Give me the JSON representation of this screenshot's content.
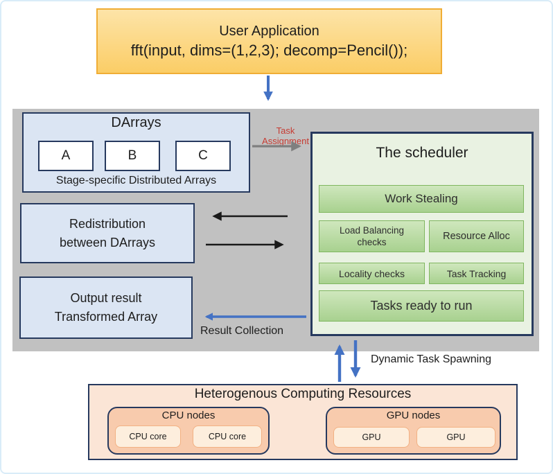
{
  "user_application": {
    "title": "User Application",
    "code": "fft(input, dims=(1,2,3); decomp=Pencil());"
  },
  "darrays": {
    "title": "DArrays",
    "arrays": [
      "A",
      "B",
      "C"
    ],
    "caption": "Stage-specific Distributed Arrays"
  },
  "redistribution": {
    "line1": "Redistribution",
    "line2": "between DArrays"
  },
  "output_result": {
    "line1": "Output result",
    "line2": "Transformed Array"
  },
  "scheduler": {
    "title": "The scheduler",
    "work_stealing": "Work Stealing",
    "load_balancing_line1": "Load Balancing",
    "load_balancing_line2": "checks",
    "resource_alloc": "Resource Alloc",
    "locality_checks": "Locality checks",
    "task_tracking": "Task Tracking",
    "tasks_ready": "Tasks ready to run"
  },
  "flow_labels": {
    "task_assignment_line1": "Task",
    "task_assignment_line2": "Assignment",
    "result_collection": "Result Collection",
    "dynamic_task_spawning": "Dynamic Task Spawning"
  },
  "resources": {
    "title": "Heterogenous Computing Resources",
    "cpu_nodes": {
      "title": "CPU nodes",
      "cores": [
        "CPU core",
        "CPU core"
      ]
    },
    "gpu_nodes": {
      "title": "GPU nodes",
      "units": [
        "GPU",
        "GPU"
      ]
    }
  },
  "colors": {
    "accent_blue": "#4472c4",
    "navy_border": "#26395e",
    "red_label": "#c63b32",
    "green_border": "#7fb65f",
    "gray_panel": "#c1c1c1",
    "peach_fill": "#fbe5d6",
    "gold_fill": "#fbcd66"
  }
}
